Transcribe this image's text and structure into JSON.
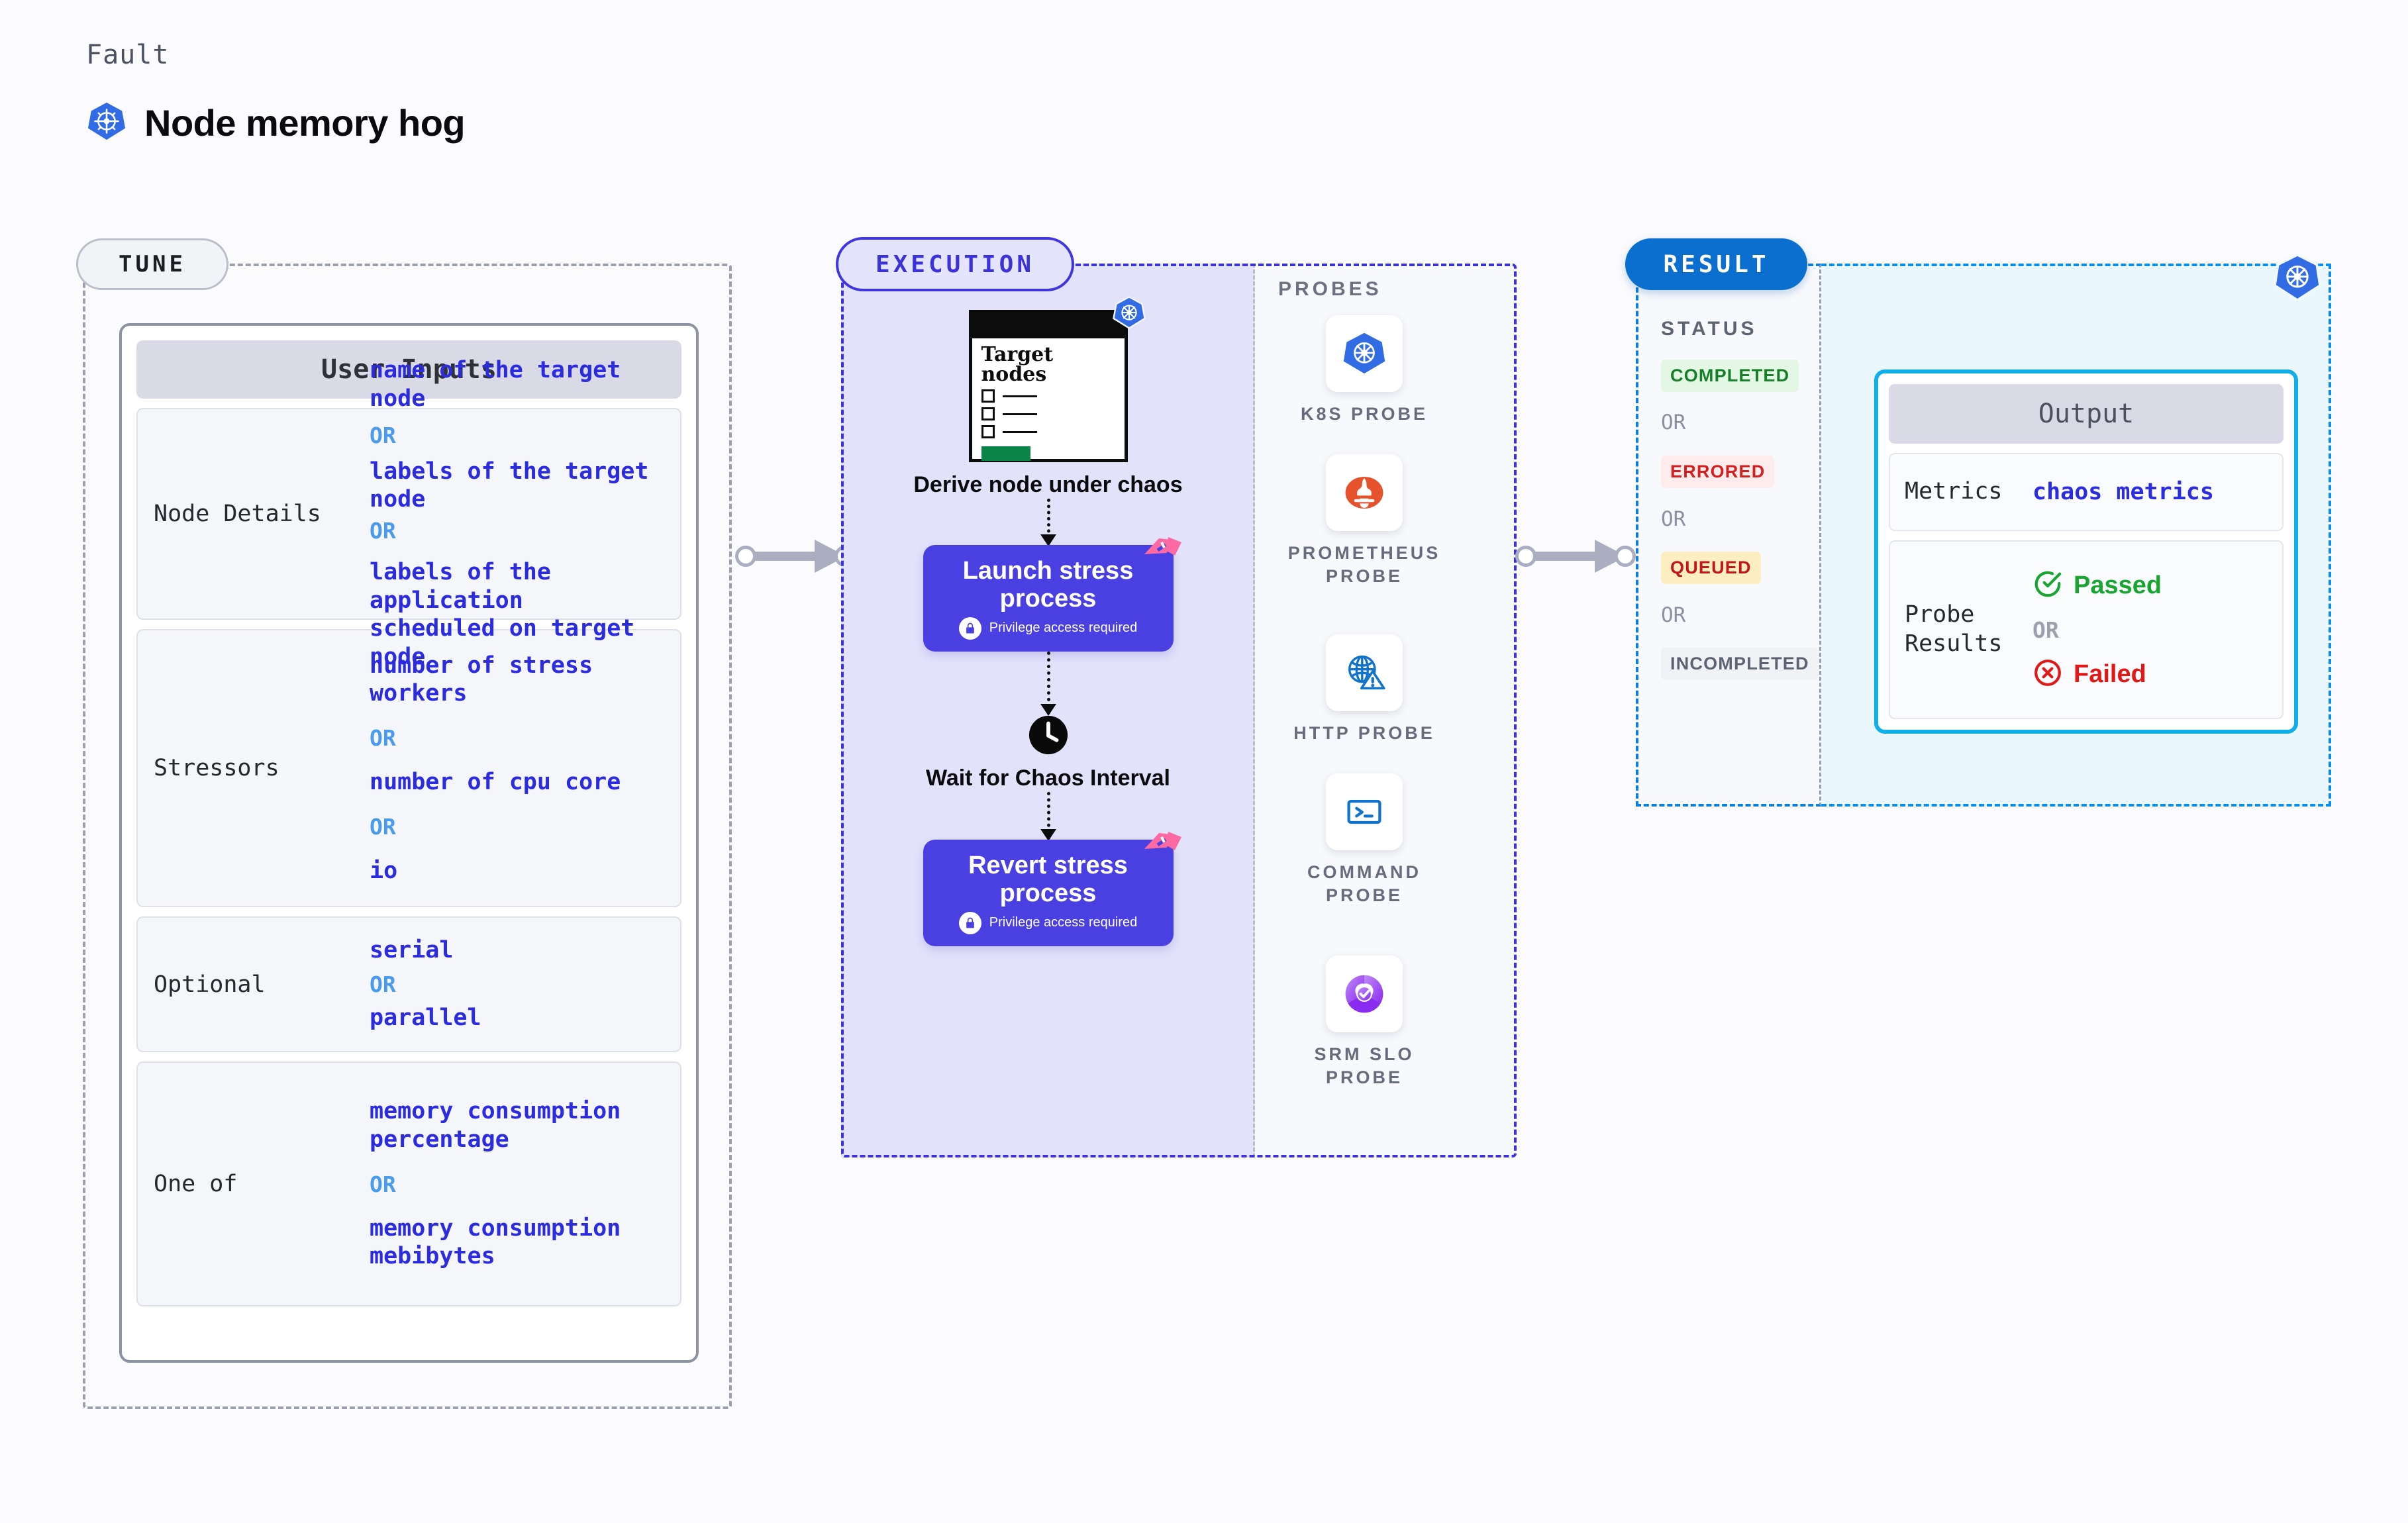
{
  "header": {
    "fault_label": "Fault",
    "fault_title": "Node memory hog",
    "icon": "kubernetes-icon"
  },
  "colors": {
    "accent_blue": "#2b2be0",
    "or_blue": "#4a9bec",
    "execution_purple": "#3b33d8",
    "process_card": "#4a3fe0",
    "result_blue": "#0b6fd0",
    "output_border": "#12aeea",
    "completed_green": "#167d28",
    "errored_red": "#d31f1f",
    "queued_red": "#c41616",
    "incompleted_gray": "#5c6372",
    "k8s_blue": "#326ce5",
    "prometheus_orange": "#e6522c",
    "ribbon_pink": "#fd6aa3"
  },
  "tune": {
    "pill_label": "TUNE",
    "card_title": "User Inputs",
    "rows": [
      {
        "label": "Node Details",
        "values": [
          "name of the target node",
          "labels of the target node",
          "labels of the application\n scheduled on target node"
        ],
        "separator": "OR"
      },
      {
        "label": "Stressors",
        "values": [
          "number of stress workers",
          "number of cpu core",
          "io"
        ],
        "separator": "OR"
      },
      {
        "label": "Optional",
        "values": [
          "serial",
          "parallel"
        ],
        "separator": "OR"
      },
      {
        "label": "One of",
        "values": [
          "memory consumption percentage",
          "memory consumption mebibytes"
        ],
        "separator": "OR"
      }
    ]
  },
  "execution": {
    "pill_label": "EXECUTION",
    "probes_label": "PROBES",
    "flow": {
      "target_card_title": "Target\nnodes",
      "derive_caption": "Derive node under chaos",
      "launch": {
        "title": "Launch stress process",
        "sub": "Privilege access required",
        "lock_icon": "lock-icon",
        "ribbon_icon": "ribbon-icon"
      },
      "wait": {
        "caption": "Wait for Chaos Interval",
        "icon": "clock-icon"
      },
      "revert": {
        "title": "Revert stress process",
        "sub": "Privilege access required",
        "lock_icon": "lock-icon",
        "ribbon_icon": "ribbon-icon"
      }
    },
    "probes": [
      {
        "label": "K8S PROBE",
        "icon": "kubernetes-icon"
      },
      {
        "label": "PROMETHEUS PROBE",
        "icon": "prometheus-icon"
      },
      {
        "label": "HTTP PROBE",
        "icon": "globe-warning-icon"
      },
      {
        "label": "COMMAND PROBE",
        "icon": "terminal-icon"
      },
      {
        "label": "SRM SLO PROBE",
        "icon": "slo-gauge-icon"
      }
    ]
  },
  "result": {
    "pill_label": "RESULT",
    "status_label": "STATUS",
    "separator": "OR",
    "statuses": [
      {
        "label": "COMPLETED",
        "bg": "#e3f7e4",
        "fg": "#167d28"
      },
      {
        "label": "ERRORED",
        "bg": "#fdeceb",
        "fg": "#d31f1f"
      },
      {
        "label": "QUEUED",
        "bg": "#fdeec2",
        "fg": "#c41616"
      },
      {
        "label": "INCOMPLETED",
        "bg": "#f1f2f6",
        "fg": "#5c6372"
      }
    ],
    "output": {
      "title": "Output",
      "metrics_label": "Metrics",
      "metrics_value": "chaos metrics",
      "probe_results_label": "Probe Results",
      "passed": "Passed",
      "failed": "Failed",
      "separator": "OR",
      "passed_icon": "check-circle-icon",
      "failed_icon": "x-circle-icon"
    },
    "corner_icon": "kubernetes-icon"
  }
}
